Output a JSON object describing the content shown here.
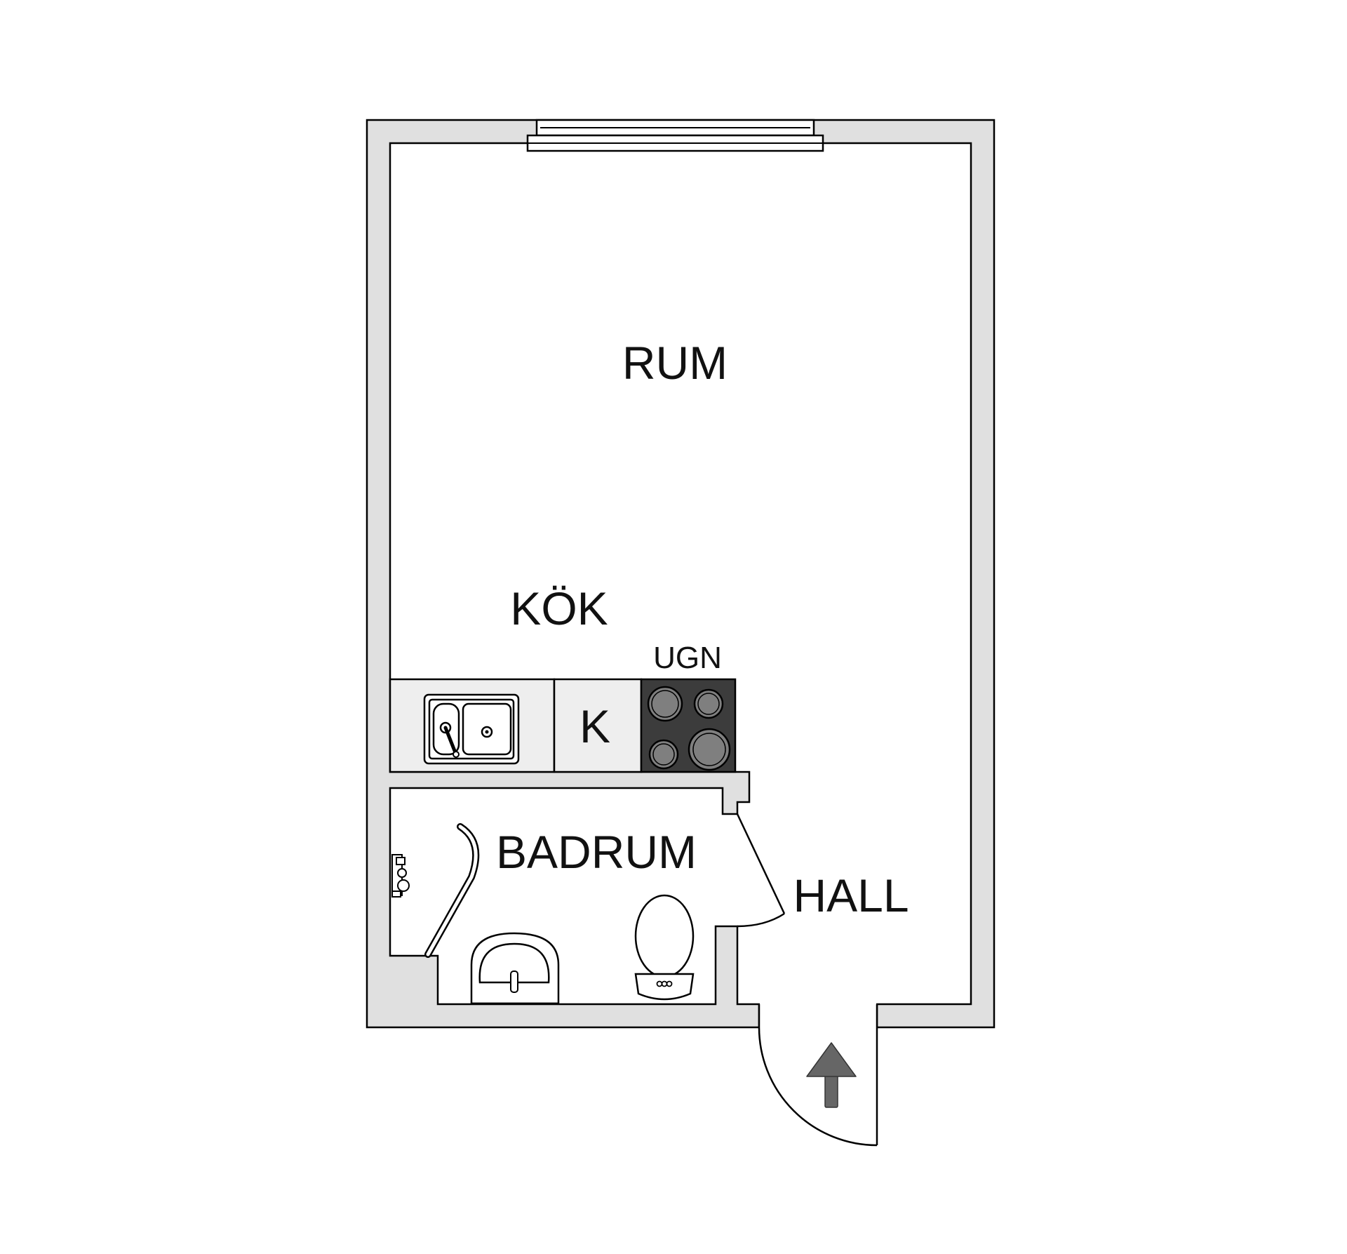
{
  "rooms": {
    "rum": "RUM",
    "kok": "KÖK",
    "badrum": "BADRUM",
    "hall": "HALL"
  },
  "fixtures": {
    "ugn": "UGN",
    "fridge": "K"
  },
  "colors": {
    "wall_fill": "#e0e0e0",
    "counter_fill": "#eeeeee",
    "stove_fill": "#3c3c3c",
    "burner_fill": "#7f7f7f",
    "arrow_fill": "#666666",
    "line": "#000000"
  },
  "icons": {
    "sink": "kitchen-sink-icon",
    "stove": "stove-icon",
    "toilet": "toilet-icon",
    "washbasin": "washbasin-icon",
    "shower": "shower-screen-icon",
    "entrance": "entrance-arrow-icon"
  }
}
